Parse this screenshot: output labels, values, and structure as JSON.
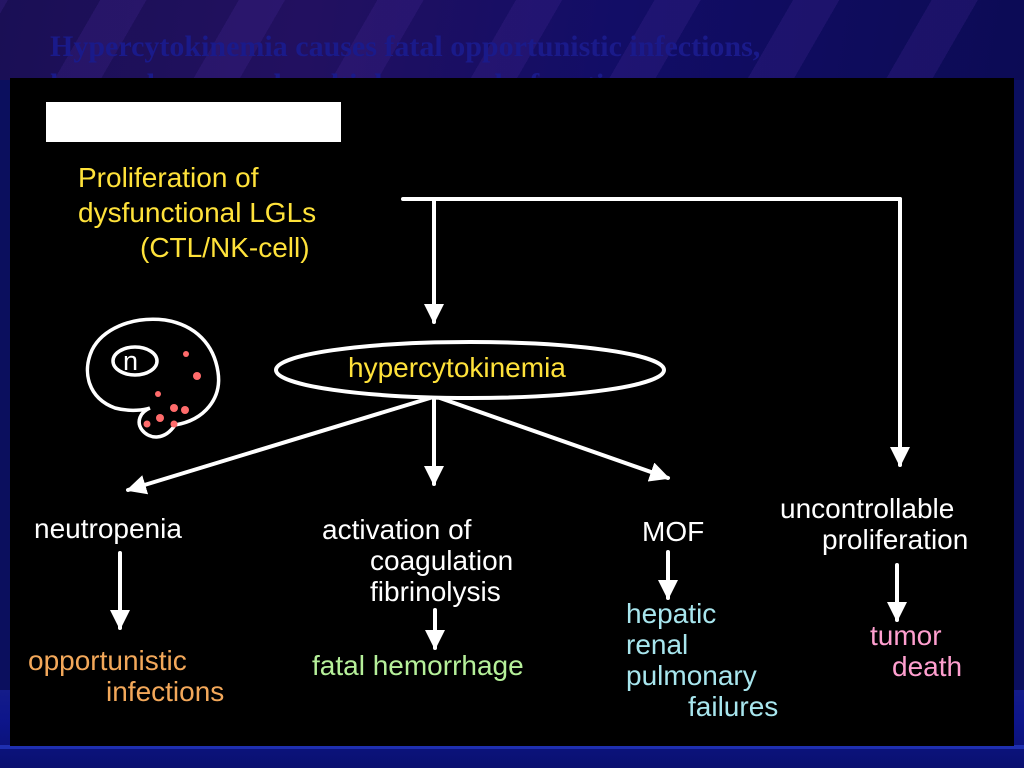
{
  "slide": {
    "title_line1": "Hypercytokinemia causes fatal opportunistic infections,",
    "title_line2": "hemorrhages, and multiple organ dysfunction"
  },
  "diagram": {
    "source": {
      "line1": "Proliferation of",
      "line2": "dysfunctional LGLs",
      "line3": "(CTL/NK-cell)"
    },
    "cell_nucleus": "n",
    "center": "hypercytokinemia",
    "branches": {
      "neutropenia": {
        "cause": "neutropenia",
        "effect_line1": "opportunistic",
        "effect_line2": "infections"
      },
      "coagulation": {
        "cause_line1": "activation of",
        "cause_line2": "coagulation",
        "cause_line3": "fibrinolysis",
        "effect": "fatal hemorrhage"
      },
      "mof": {
        "cause": "MOF",
        "effect_line1": "hepatic",
        "effect_line2": "renal",
        "effect_line3": "pulmonary",
        "effect_line4": "failures"
      },
      "proliferation": {
        "cause_line1": "uncontrollable",
        "cause_line2": "proliferation",
        "effect_line1": "tumor",
        "effect_line2": "death"
      }
    },
    "colors": {
      "source": "#ffe23a",
      "center": "#ffe23a",
      "cause": "#ffffff",
      "infections": "#f3a85a",
      "hemorrhage": "#b6f09a",
      "failures": "#a8e6ee",
      "death": "#ff9fcf",
      "granules": "#ff6b6b"
    }
  }
}
